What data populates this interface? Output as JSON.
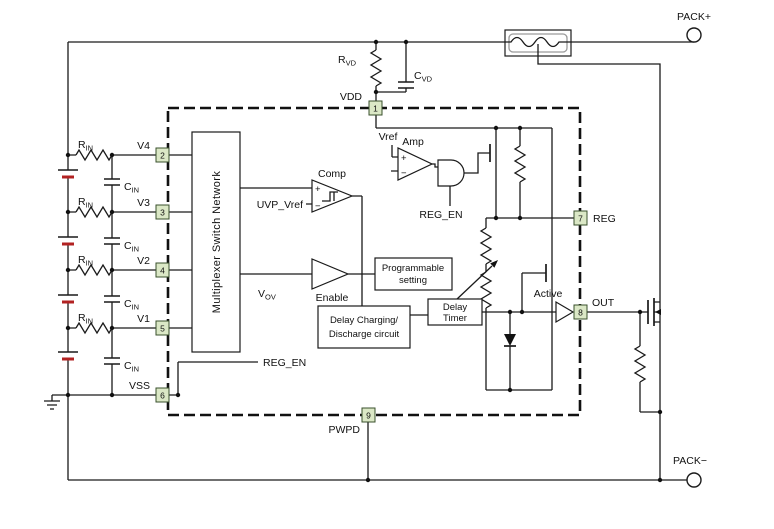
{
  "diagram": {
    "terminals": {
      "pack_plus": "PACK+",
      "pack_minus": "PACK−"
    },
    "pins": {
      "vdd": {
        "num": "1",
        "label": "VDD"
      },
      "v4": {
        "num": "2",
        "label": "V4"
      },
      "v3": {
        "num": "3",
        "label": "V3"
      },
      "v2": {
        "num": "4",
        "label": "V2"
      },
      "v1": {
        "num": "5",
        "label": "V1"
      },
      "vss": {
        "num": "6",
        "label": "VSS"
      },
      "reg": {
        "num": "7",
        "label": "REG"
      },
      "out": {
        "num": "8",
        "label": "OUT"
      },
      "pwpd": {
        "num": "9",
        "label": "PWPD"
      }
    },
    "passives": {
      "r_in": {
        "main": "R",
        "sub": "IN"
      },
      "c_in": {
        "main": "C",
        "sub": "IN"
      },
      "r_vd": {
        "main": "R",
        "sub": "VD"
      },
      "c_vd": {
        "main": "C",
        "sub": "VD"
      }
    },
    "signals": {
      "v_ov": {
        "main": "V",
        "sub": "OV"
      },
      "uvp_vref": "UVP_Vref",
      "vref": "Vref",
      "reg_en": "REG_EN",
      "plus": "+",
      "minus": "−"
    },
    "blocks": {
      "mux": "Multiplexer Switch Network",
      "comp": "Comp",
      "amp": "Amp",
      "enable": "Enable",
      "active": "Active",
      "prog": [
        "Programmable",
        "setting"
      ],
      "delay": [
        "Delay Charging/",
        "Discharge circuit"
      ],
      "timer": [
        "Delay",
        "Timer"
      ]
    },
    "colors": {
      "wire": "#1a1a1a",
      "cell_negative": "#b22222",
      "pin_fill": "#dbe8c6"
    }
  }
}
